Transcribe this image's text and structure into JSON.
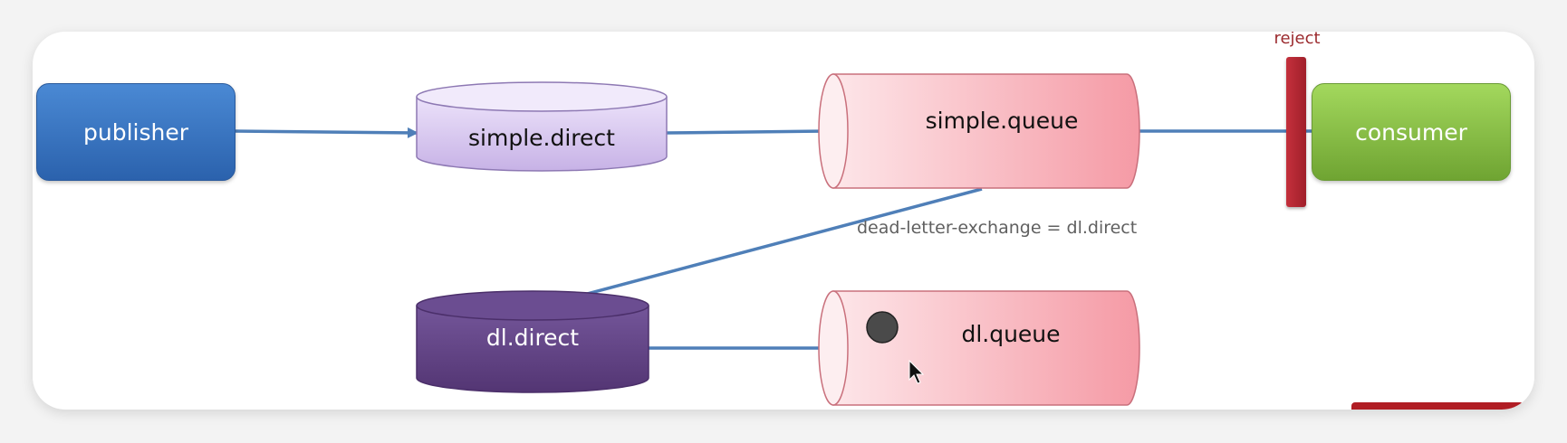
{
  "nodes": {
    "publisher": "publisher",
    "simple_direct": "simple.direct",
    "simple_queue": "simple.queue",
    "consumer": "consumer",
    "dl_direct": "dl.direct",
    "dl_queue": "dl.queue"
  },
  "labels": {
    "reject": "reject",
    "dead_letter": "dead-letter-exchange = dl.direct"
  },
  "colors": {
    "arrow": "#4f7fb8",
    "publisher": "#3a78c8",
    "consumer": "#8cc34a",
    "exchange": "#d8c8ef",
    "dl_exchange": "#644584",
    "queue": "#f6a3ad",
    "reject": "#b82a35"
  }
}
